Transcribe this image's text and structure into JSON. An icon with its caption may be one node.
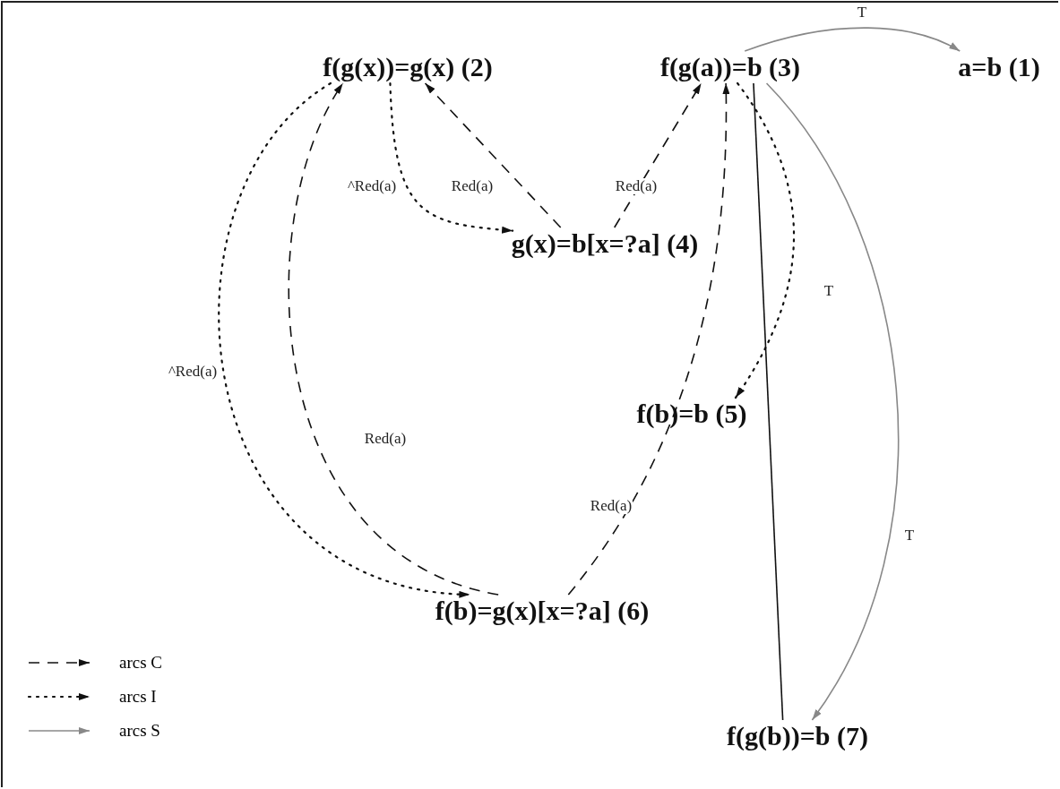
{
  "diagram": {
    "nodes": [
      {
        "text": [
          "f(g(x))=g(x) (2)"
        ]
      },
      {
        "text": [
          "f(g(a))=b (3)"
        ]
      },
      {
        "text": [
          "a=b (1)"
        ]
      },
      {
        "text": [
          "g(x)=b[x=?a] (4)"
        ]
      },
      {
        "text": [
          "f(b)=b (5)"
        ]
      },
      {
        "text": [
          "f(b)=g(x)[x=?a] (6)"
        ]
      },
      {
        "text": [
          "f(g(b))=b (7)"
        ]
      }
    ],
    "edges": [
      {
        "from": 1,
        "to": 2,
        "arrow": "to",
        "label": "T",
        "color": "#888888"
      },
      {
        "from": 0,
        "to": 3,
        "arrow": "to",
        "label": "^Red(a)",
        "style": "dashed"
      },
      {
        "from": 3,
        "to": 0,
        "arrow": "to",
        "label": "Red(a)",
        "style": "dashed"
      },
      {
        "from": 3,
        "to": 1,
        "arrow": "to",
        "label": "Red(a)",
        "style": "dashed"
      },
      {
        "from": 1,
        "to": 4,
        "arrow": "to",
        "label": "T",
        "style": "dashed"
      },
      {
        "from": 1,
        "to": 6,
        "arrow": "to",
        "label": "T",
        "color": "#888888"
      },
      {
        "from": 1,
        "to": 6,
        "arrow": "none"
      },
      {
        "from": 5,
        "to": 1,
        "arrow": "to",
        "label": "Red(a)",
        "style": "dashed"
      },
      {
        "from": 5,
        "to": 0,
        "arrow": "to",
        "label": "Red(a)",
        "style": "dashed"
      },
      {
        "from": 0,
        "to": 5,
        "arrow": "to",
        "label": "^Red(a)",
        "style": "dashed"
      }
    ],
    "legend": [
      {
        "text": "arcs C"
      },
      {
        "text": "arcs I"
      },
      {
        "text": "arcs S"
      }
    ]
  }
}
